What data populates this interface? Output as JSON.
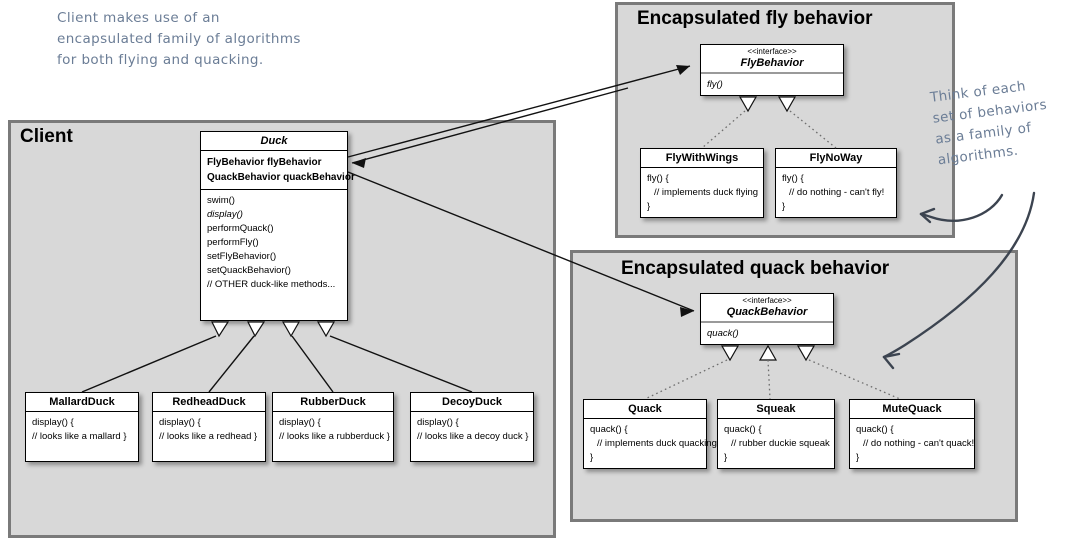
{
  "notes": {
    "left": [
      "Client makes use of an",
      "encapsulated family of algorithms",
      "for both flying and quacking."
    ],
    "right": [
      "Think of each",
      "set of behaviors",
      "as a family of",
      "algorithms."
    ]
  },
  "panels": {
    "client": {
      "title": "Client"
    },
    "fly": {
      "title": "Encapsulated fly behavior"
    },
    "quack": {
      "title": "Encapsulated quack behavior"
    }
  },
  "classes": {
    "duck": {
      "name": "Duck",
      "attributes": [
        "FlyBehavior flyBehavior",
        "QuackBehavior quackBehavior"
      ],
      "methods": [
        "swim()",
        "display()",
        "performQuack()",
        "performFly()",
        "setFlyBehavior()",
        "setQuackBehavior()",
        "// OTHER duck-like methods..."
      ]
    },
    "mallard": {
      "name": "MallardDuck",
      "body": [
        "display() {",
        "// looks like a mallard }"
      ]
    },
    "redhead": {
      "name": "RedheadDuck",
      "body": [
        "display() {",
        "// looks like a redhead }"
      ]
    },
    "rubber": {
      "name": "RubberDuck",
      "body": [
        "display() {",
        "// looks like a rubberduck }"
      ]
    },
    "decoy": {
      "name": "DecoyDuck",
      "body": [
        "display() {",
        "// looks like a decoy duck }"
      ]
    },
    "flybehavior": {
      "stereotype": "<<interface>>",
      "name": "FlyBehavior",
      "methods": [
        "fly()"
      ]
    },
    "quackbehavior": {
      "stereotype": "<<interface>>",
      "name": "QuackBehavior",
      "methods": [
        "quack()"
      ]
    },
    "flywithwings": {
      "name": "FlyWithWings",
      "body": [
        "fly() {",
        "// implements duck flying",
        "}"
      ]
    },
    "flynoway": {
      "name": "FlyNoWay",
      "body": [
        "fly() {",
        "// do nothing - can't fly!",
        "}"
      ]
    },
    "quack": {
      "name": "Quack",
      "body": [
        "quack() {",
        "// implements duck quacking",
        "}"
      ]
    },
    "squeak": {
      "name": "Squeak",
      "body": [
        "quack() {",
        "// rubber duckie squeak",
        "}"
      ]
    },
    "mutequack": {
      "name": "MuteQuack",
      "body": [
        "quack() {",
        "// do nothing - can't quack!",
        "}"
      ]
    }
  },
  "colors": {
    "panel_fill": "#d8d8d8",
    "panel_border": "#7a7a7a",
    "note_ink": "#6b7d96",
    "line": "#111111",
    "page": "#ffffff"
  }
}
